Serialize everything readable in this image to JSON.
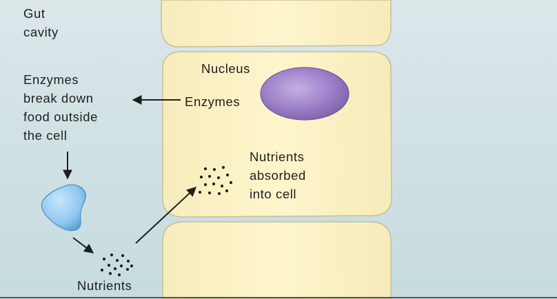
{
  "gut_cavity": [
    "Gut",
    "cavity"
  ],
  "enzyme_text": [
    "Enzymes",
    "break down",
    "food outside",
    "the cell"
  ],
  "nucleus_label": "Nucleus",
  "enzymes_label": "Enzymes",
  "absorbed_text": [
    "Nutrients",
    "absorbed",
    "into cell"
  ],
  "nutrients_label": "Nutrients",
  "colors": {
    "background": "#cfe0e3",
    "cell_fill": "#fbf2c4",
    "cell_outline": "#c9bd95",
    "nucleus_fill": "#9c7fc8",
    "food_fill": "#8ec6ef",
    "text": "#1e1e1e"
  }
}
